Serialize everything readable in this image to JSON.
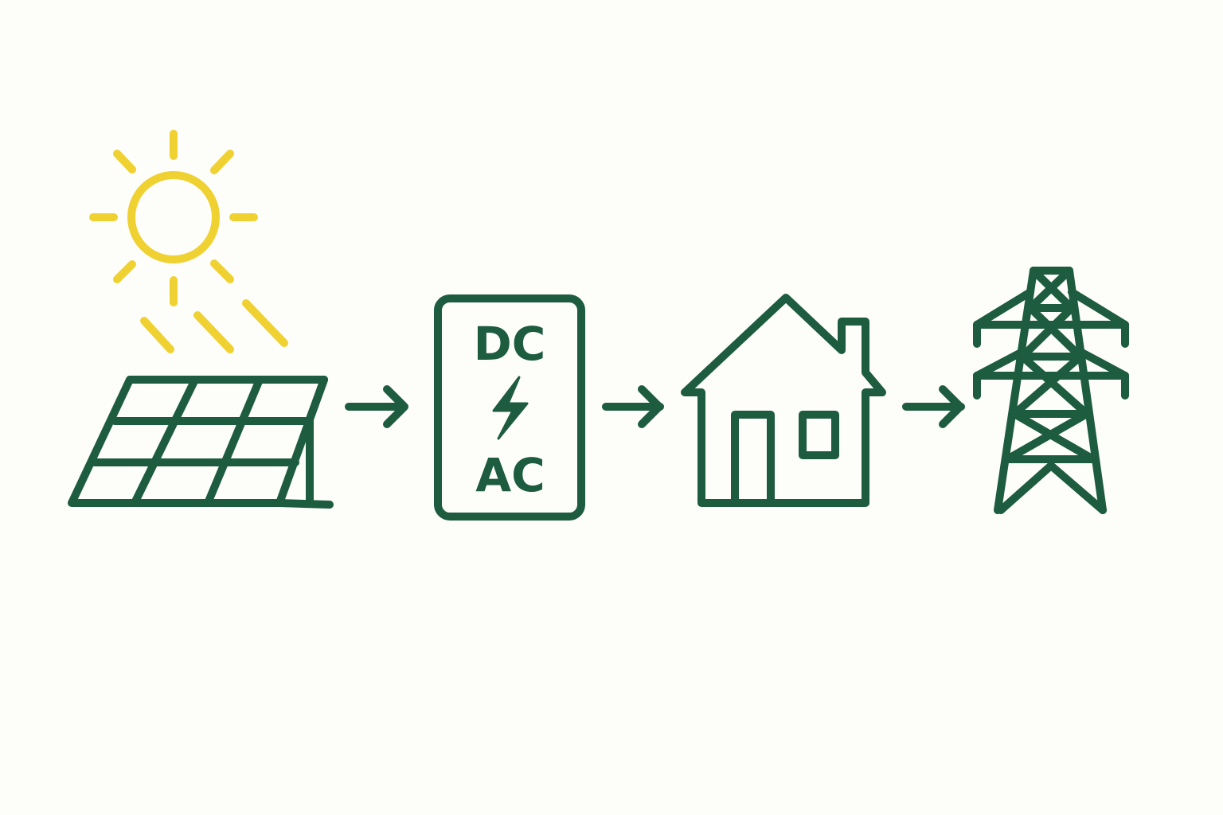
{
  "colors": {
    "background": "#fdfdf9",
    "primary": "#1d5c3f",
    "sun": "#f0d132"
  },
  "flow": [
    {
      "id": "sun",
      "icon": "sun-icon"
    },
    {
      "id": "solar-panel",
      "icon": "solar-panel-icon"
    },
    {
      "id": "inverter",
      "icon": "inverter-icon",
      "top_label": "DC",
      "bottom_label": "AC"
    },
    {
      "id": "house",
      "icon": "house-icon"
    },
    {
      "id": "grid",
      "icon": "transmission-tower-icon"
    }
  ],
  "inverter": {
    "top_label": "DC",
    "bottom_label": "AC"
  },
  "arrows": [
    "arrow-right-icon",
    "arrow-right-icon",
    "arrow-right-icon"
  ]
}
